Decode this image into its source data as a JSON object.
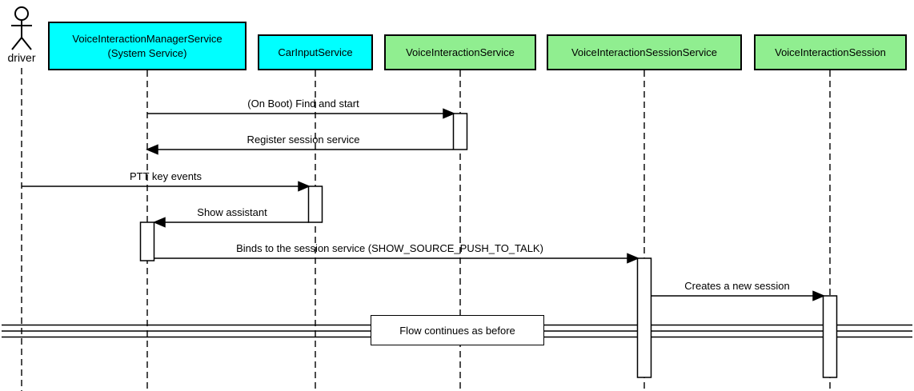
{
  "diagram": {
    "type": "uml-sequence",
    "actor": {
      "label": "driver"
    },
    "participants": [
      {
        "label": "VoiceInteractionManagerService\n(System Service)",
        "fill": "#00ffff"
      },
      {
        "label": "CarInputService",
        "fill": "#00ffff"
      },
      {
        "label": "VoiceInteractionService",
        "fill": "#90ee90"
      },
      {
        "label": "VoiceInteractionSessionService",
        "fill": "#90ee90"
      },
      {
        "label": "VoiceInteractionSession",
        "fill": "#90ee90"
      }
    ],
    "messages": [
      {
        "label": "(On Boot) Find and start",
        "from": "VoiceInteractionManagerService (System Service)",
        "to": "VoiceInteractionService"
      },
      {
        "label": "Register session service",
        "from": "VoiceInteractionService",
        "to": "VoiceInteractionManagerService (System Service)"
      },
      {
        "label": "PTT key events",
        "from": "driver",
        "to": "CarInputService"
      },
      {
        "label": "Show assistant",
        "from": "CarInputService",
        "to": "VoiceInteractionManagerService (System Service)"
      },
      {
        "label": "Binds to the session service (SHOW_SOURCE_PUSH_TO_TALK)",
        "from": "VoiceInteractionManagerService (System Service)",
        "to": "VoiceInteractionSessionService"
      },
      {
        "label": "Creates a new session",
        "from": "VoiceInteractionSessionService",
        "to": "VoiceInteractionSession"
      }
    ],
    "divider": {
      "label": "Flow continues as before"
    },
    "colors": {
      "participant_cyan": "#00ffff",
      "participant_green": "#90ee90",
      "line": "#000000",
      "background": "#ffffff"
    }
  }
}
